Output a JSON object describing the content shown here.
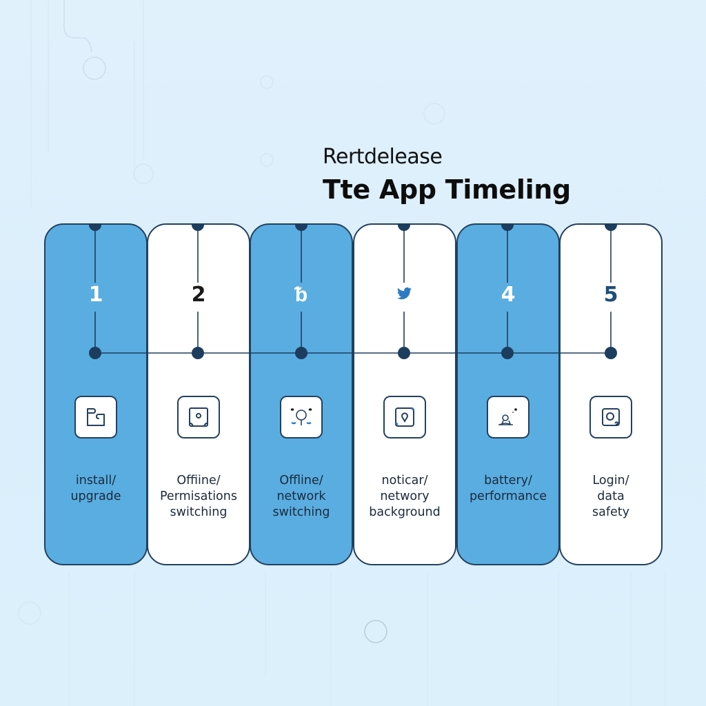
{
  "header": {
    "subtitle": "Rertdelease",
    "title": "Tte App Timeling"
  },
  "colors": {
    "background": "#ddeffc",
    "card_blue": "#5aade0",
    "card_white": "#ffffff",
    "outline": "#23405f",
    "node": "#1c3d5e"
  },
  "steps": [
    {
      "marker": "1",
      "style": "blue",
      "icon": "folder-document-icon",
      "label_lines": [
        "install/",
        "upgrade"
      ]
    },
    {
      "marker": "2",
      "style": "white",
      "icon": "phone-camera-icon",
      "label_lines": [
        "Offiine/",
        "Permisations",
        "switching"
      ]
    },
    {
      "marker": "ᵭ",
      "marker_text": "ᵬ",
      "style": "blue",
      "icon": "network-node-icon",
      "label_lines": [
        "Offline/",
        "network",
        "switching"
      ]
    },
    {
      "marker": "twitter-bird",
      "style": "white",
      "icon": "notification-pin-icon",
      "label_lines": [
        "noticar/",
        "networy",
        "background"
      ]
    },
    {
      "marker": "4",
      "style": "blue",
      "icon": "battery-performance-icon",
      "label_lines": [
        "battery/",
        "performance"
      ]
    },
    {
      "marker": "5",
      "style": "white",
      "icon": "login-lock-icon",
      "label_lines": [
        "Login/",
        "data",
        "safety"
      ]
    }
  ]
}
